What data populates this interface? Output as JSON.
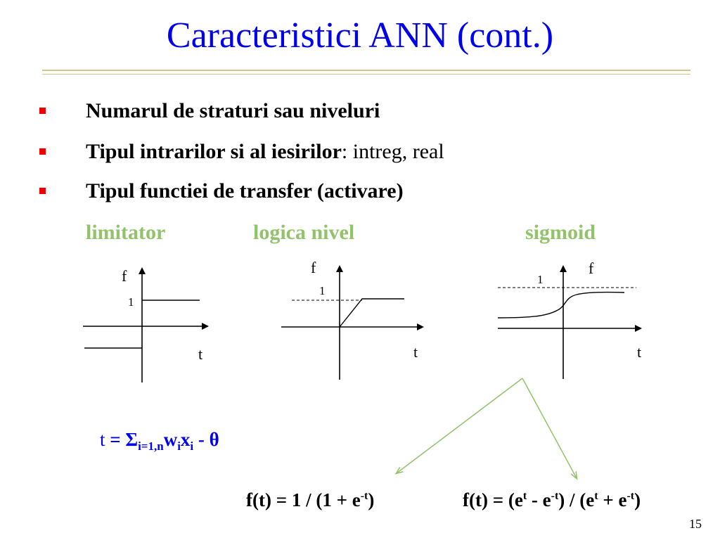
{
  "title": "Caracteristici ANN (cont.)",
  "bullets": [
    {
      "bold": "Numarul de straturi sau niveluri",
      "normal": ""
    },
    {
      "bold": "Tipul intrarilor si al iesirilor",
      "normal": ": intreg, real"
    },
    {
      "bold": "Tipul functiei de transfer (activare)",
      "normal": ""
    }
  ],
  "function_types": [
    "limitator",
    "logica nivel",
    "sigmoid"
  ],
  "graphs": {
    "limitator": {
      "f_label": "f",
      "t_label": "t",
      "one_label": "1"
    },
    "logica": {
      "f_label": "f",
      "t_label": "t",
      "one_label": "1"
    },
    "sigmoid": {
      "f_label": "f",
      "t_label": "t",
      "one_label": "1"
    }
  },
  "net_input": {
    "t": "t",
    "eq": " = ",
    "sigma": "Σ",
    "sigma_sub": "i=1,n",
    "w": "w",
    "w_sub": "i",
    "x": "x",
    "x_sub": "i",
    "minus": " - ",
    "theta": "θ"
  },
  "formula_logistic": {
    "lhs": "f(t) = 1 / (1 + e",
    "exp": "-t",
    "rhs": ")"
  },
  "formula_tanh": {
    "p1": "f(t) = (e",
    "e1": "t",
    "p2": " - e",
    "e2": "-t",
    "p3": ") / (e",
    "e3": "t",
    "p4": " + e",
    "e4": "-t",
    "p5": ")"
  },
  "page_number": "15",
  "colors": {
    "title": "#0000ee",
    "bullet": "#ee0000",
    "function_label": "#92c36a",
    "arrow": "#92c36a",
    "rule": "#d6c48d"
  }
}
